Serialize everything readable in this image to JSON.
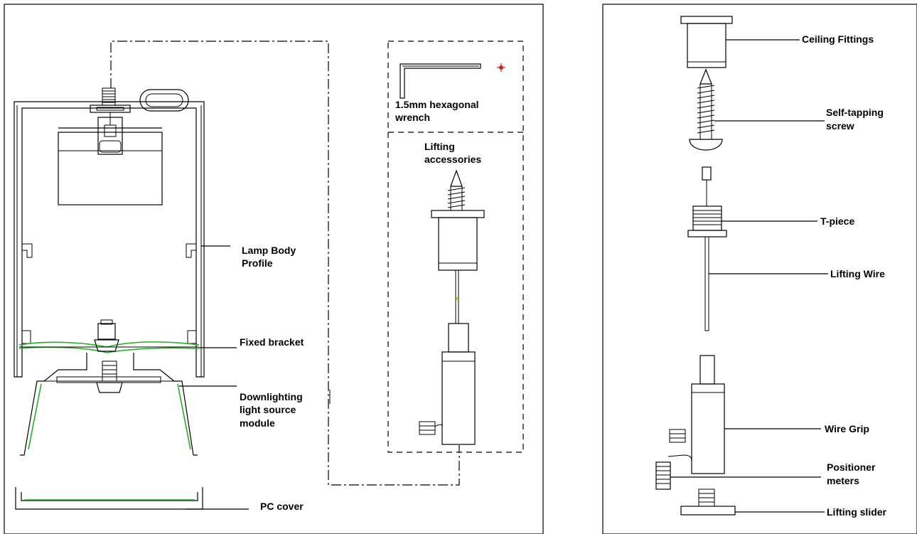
{
  "left_panel": {
    "labels": {
      "wrench": [
        "1.5mm hexagonal",
        "wrench"
      ],
      "lifting_accessories": [
        "Lifting",
        "accessories"
      ],
      "lamp_body_profile": [
        "Lamp Body",
        "Profile"
      ],
      "fixed_bracket": [
        "Fixed bracket"
      ],
      "downlighting_module": [
        "Downlighting",
        "light source",
        "module"
      ],
      "pc_cover": [
        "PC cover"
      ]
    }
  },
  "right_panel": {
    "labels": {
      "ceiling_fittings": [
        "Ceiling Fittings"
      ],
      "self_tapping_screw": [
        "Self-tapping",
        "screw"
      ],
      "t_piece": [
        "T-piece"
      ],
      "lifting_wire": [
        "Lifting Wire"
      ],
      "wire_grip": [
        "Wire Grip"
      ],
      "positioner_meters": [
        "Positioner",
        "meters"
      ],
      "lifting_slider": [
        "Lifting slider"
      ]
    }
  },
  "colors": {
    "line": "#000000",
    "accent_green": "#1db31d",
    "marker_red": "#d21f1f",
    "background": "#ffffff"
  }
}
